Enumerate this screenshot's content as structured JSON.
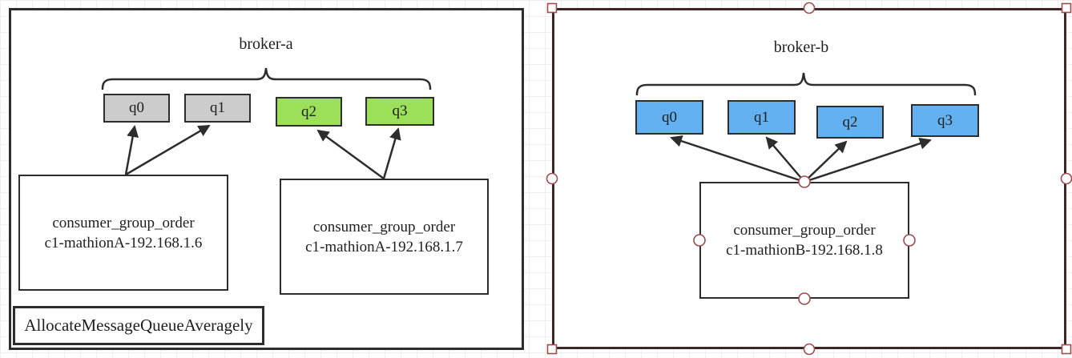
{
  "colors": {
    "canvas_bg": "#ffffff",
    "grid_line": "#efefef",
    "shape_border": "#2d2d2d",
    "shape_fill": "#ffffff",
    "queue_gray": "#cccccc",
    "queue_green": "#9ce05a",
    "queue_blue": "#63b1f0",
    "selection_border": "#3f2626",
    "selection_handle": "#9e4b4b",
    "text": "#1f1f1f"
  },
  "left_diagram": {
    "broker_label": "broker-a",
    "queues": [
      {
        "label": "q0",
        "fill": "#cccccc"
      },
      {
        "label": "q1",
        "fill": "#cccccc"
      },
      {
        "label": "q2",
        "fill": "#9ce05a"
      },
      {
        "label": "q3",
        "fill": "#9ce05a"
      }
    ],
    "consumers": [
      {
        "line1": "consumer_group_order",
        "line2": "c1-mathionA-192.168.1.6"
      },
      {
        "line1": "consumer_group_order",
        "line2": "c1-mathionA-192.168.1.7"
      }
    ],
    "strategy_label": "AllocateMessageQueueAveragely"
  },
  "right_diagram": {
    "broker_label": "broker-b",
    "queues": [
      {
        "label": "q0",
        "fill": "#63b1f0"
      },
      {
        "label": "q1",
        "fill": "#63b1f0"
      },
      {
        "label": "q2",
        "fill": "#63b1f0"
      },
      {
        "label": "q3",
        "fill": "#63b1f0"
      }
    ],
    "consumer": {
      "line1": "consumer_group_order",
      "line2": "c1-mathionB-192.168.1.8"
    }
  }
}
